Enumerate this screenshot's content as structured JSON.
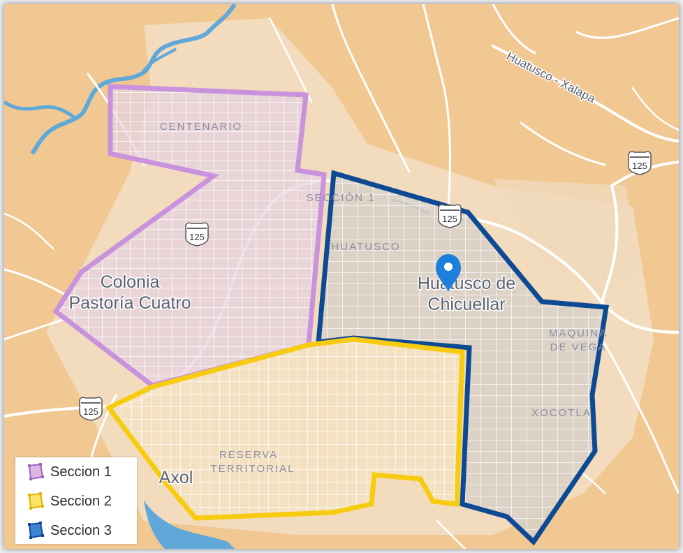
{
  "map": {
    "road_label_highway": "Huatusco - Xalapa",
    "route_shield": "125",
    "places": {
      "centenario": "CENTENARIO",
      "colonia_line1": "Colonia",
      "colonia_line2": "Pastoría Cuatro",
      "seccion1_label": "SECCIÓN 1",
      "huatusco_small": "HUATUSCO",
      "huatusco_line1": "Huatusco de",
      "huatusco_line2": "Chicuellar",
      "maquina_line1": "MAQUINA",
      "maquina_line2": "DE VEGA",
      "xocotla": "XOCOTLA",
      "reserva_line1": "RESERVA",
      "reserva_line2": "TERRITORIAL",
      "axol": "Axol"
    },
    "colors": {
      "land": "#f1c892",
      "urban": "#f3dfc4",
      "water": "#5fa8d8",
      "road": "#ffffff",
      "seccion1": "#c992dd",
      "seccion2": "#f7cc10",
      "seccion3": "#0e4a93",
      "marker": "#1c7fd9"
    },
    "marker_icon": "location-pin-icon"
  },
  "legend": {
    "items": [
      {
        "label": "Seccion 1",
        "color": "#c992dd",
        "icon": "polygon-icon"
      },
      {
        "label": "Seccion 2",
        "color": "#f7cc10",
        "icon": "polygon-icon"
      },
      {
        "label": "Seccion 3",
        "color": "#0e4a93",
        "icon": "polygon-icon"
      }
    ]
  }
}
